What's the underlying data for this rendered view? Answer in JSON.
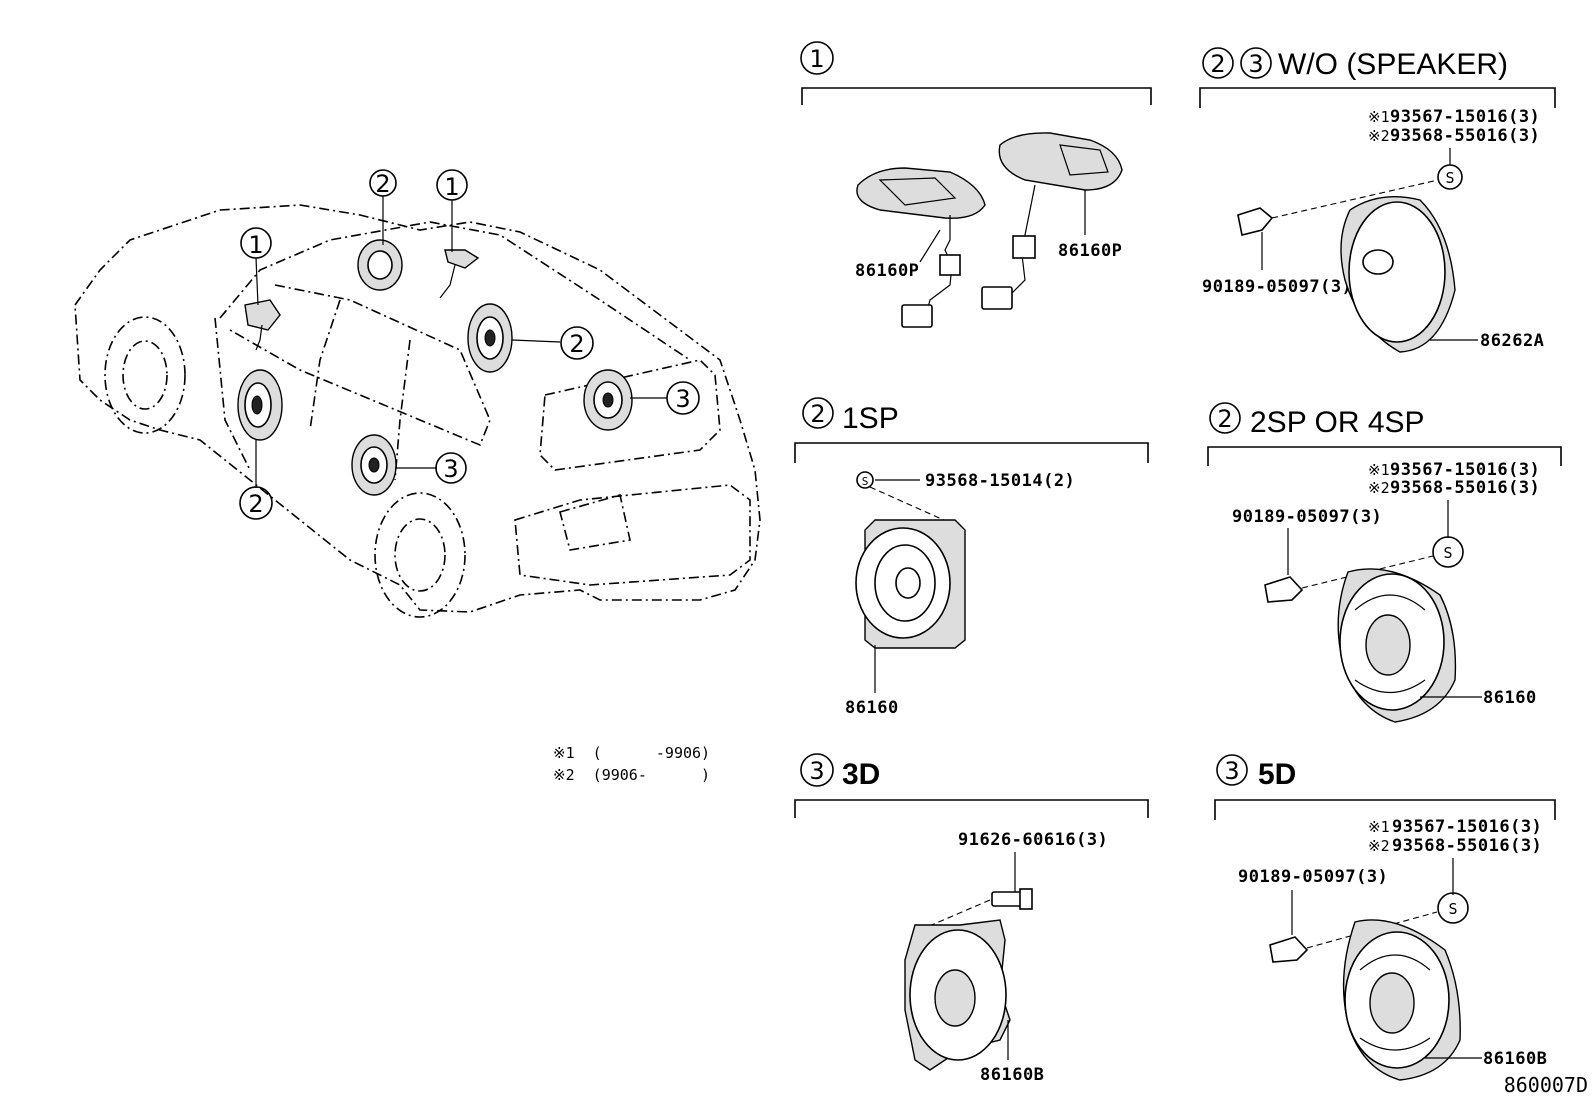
{
  "sections": {
    "s1": {
      "circles": [
        "1"
      ],
      "title": ""
    },
    "s23wo": {
      "circles": [
        "2",
        "3"
      ],
      "title": "W/O (SPEAKER)"
    },
    "s2_1sp": {
      "circles": [
        "2"
      ],
      "title": "1SP"
    },
    "s2_2sp": {
      "circles": [
        "2"
      ],
      "title": "2SP OR 4SP"
    },
    "s3_3d": {
      "circles": [
        "3"
      ],
      "title": "3D"
    },
    "s3_5d": {
      "circles": [
        "3"
      ],
      "title": "5D"
    }
  },
  "vehicle_callouts": [
    "2",
    "1",
    "1",
    "2",
    "3",
    "3",
    "2"
  ],
  "parts": {
    "p86160P_a": "86160P",
    "p86160P_b": "86160P",
    "wo_note1_mark": "※1",
    "wo_note1": "93567-15016(3)",
    "wo_note2_mark": "※2",
    "wo_note2": "93568-55016(3)",
    "wo_clip": "90189-05097(3)",
    "wo_speaker": "86262A",
    "sp1_screw": "93568-15014(2)",
    "sp1_speaker": "86160",
    "sp2_note1_mark": "※1",
    "sp2_note1": "93567-15016(3)",
    "sp2_note2_mark": "※2",
    "sp2_note2": "93568-55016(3)",
    "sp2_clip": "90189-05097(3)",
    "sp2_speaker": "86160",
    "d3_bolt": "91626-60616(3)",
    "d3_speaker": "86160B",
    "d5_note1_mark": "※1",
    "d5_note1": "93567-15016(3)",
    "d5_note2_mark": "※2",
    "d5_note2": "93568-55016(3)",
    "d5_clip": "90189-05097(3)",
    "d5_speaker": "86160B"
  },
  "screw_symbol": "S",
  "legend": {
    "line1": "※1  (      -9906)",
    "line2": "※2  (9906-      )"
  },
  "diagram_code": "860007D"
}
